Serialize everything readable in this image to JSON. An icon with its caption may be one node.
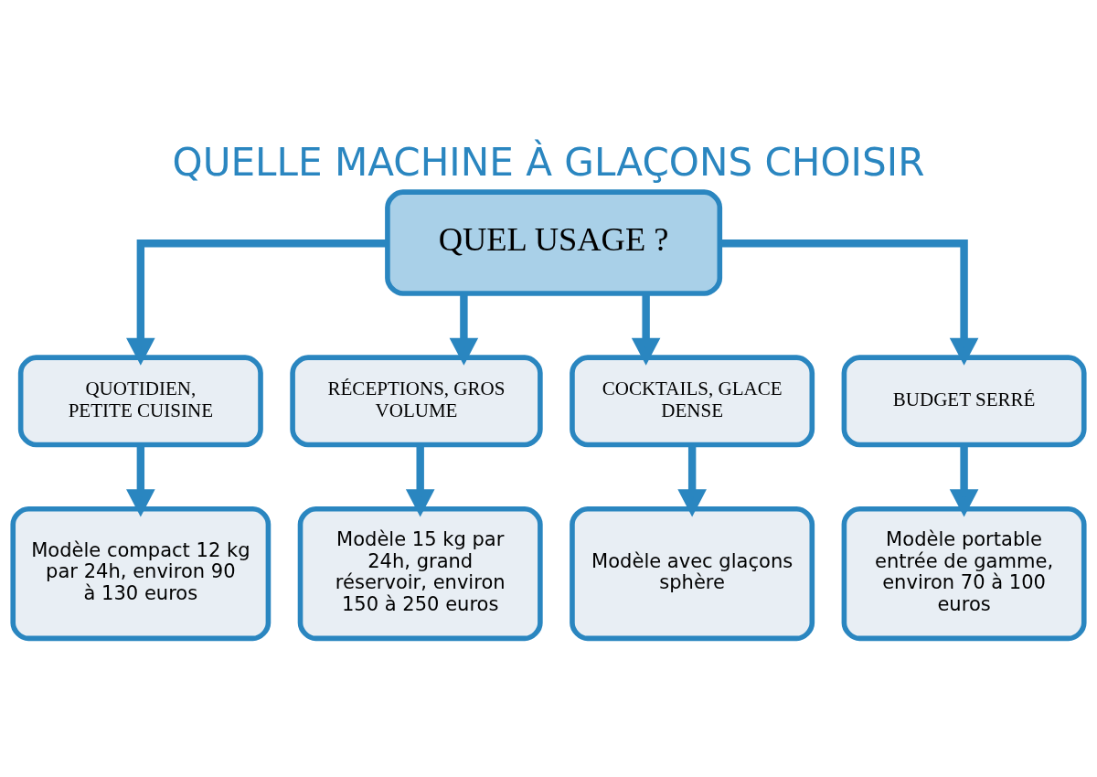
{
  "diagram": {
    "title": "QUELLE MACHINE À GLAÇONS CHOISIR",
    "nodes": [
      {
        "text": [
          "QUEL USAGE ?"
        ]
      },
      {
        "text": [
          "QUOTIDIEN, PETITE CUISINE"
        ]
      },
      {
        "text": [
          "RÉCEPTIONS, GROS VOLUME"
        ]
      },
      {
        "text": [
          "COCKTAILS, GLACE DENSE"
        ]
      },
      {
        "text": [
          "BUDGET SERRÉ"
        ]
      },
      {
        "text": [
          "Modèle compact 12 kg par 24h, environ 90 à 130 euros"
        ]
      },
      {
        "text": [
          "Modèle 15 kg par 24h, grand réservoir, environ 150 à 250 euros"
        ]
      },
      {
        "text": [
          "Modèle avec glaçons sphère"
        ]
      },
      {
        "text": [
          "Modèle portable entrée de gamme, environ 70 à 100 euros"
        ]
      }
    ],
    "edges": [
      {
        "from": 0,
        "to": 1,
        "arrow": "to"
      },
      {
        "from": 0,
        "to": 2,
        "arrow": "to"
      },
      {
        "from": 0,
        "to": 3,
        "arrow": "to"
      },
      {
        "from": 0,
        "to": 4,
        "arrow": "to"
      },
      {
        "from": 1,
        "to": 5,
        "arrow": "to"
      },
      {
        "from": 2,
        "to": 6,
        "arrow": "to"
      },
      {
        "from": 3,
        "to": 7,
        "arrow": "to"
      },
      {
        "from": 4,
        "to": 8,
        "arrow": "to"
      }
    ]
  }
}
